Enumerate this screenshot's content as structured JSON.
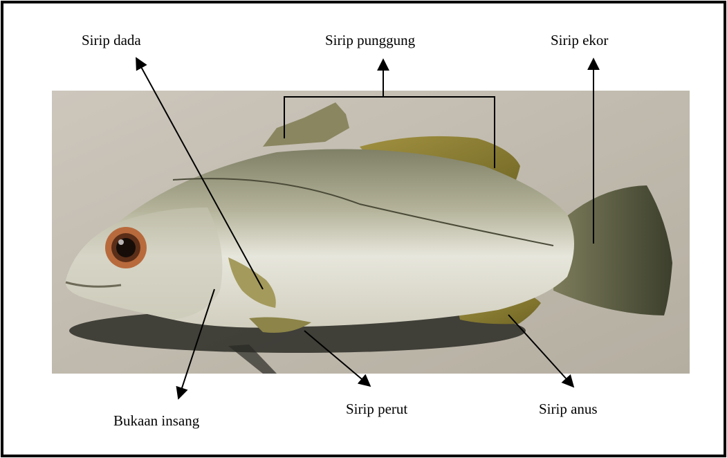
{
  "labels": {
    "pectoral_fin": "Sirip dada",
    "dorsal_fin": "Sirip punggung",
    "caudal_fin": "Sirip ekor",
    "gill_opening": "Bukaan insang",
    "pelvic_fin": "Sirip perut",
    "anal_fin": "Sirip anus"
  },
  "colors": {
    "frame": "#000000",
    "background": "#ffffff",
    "ground": "#bdb5a8",
    "fish_back": "#8a8a6a",
    "fish_belly": "#e6e4d8",
    "fin": "#8a7a2a",
    "tail": "#4f5238"
  }
}
